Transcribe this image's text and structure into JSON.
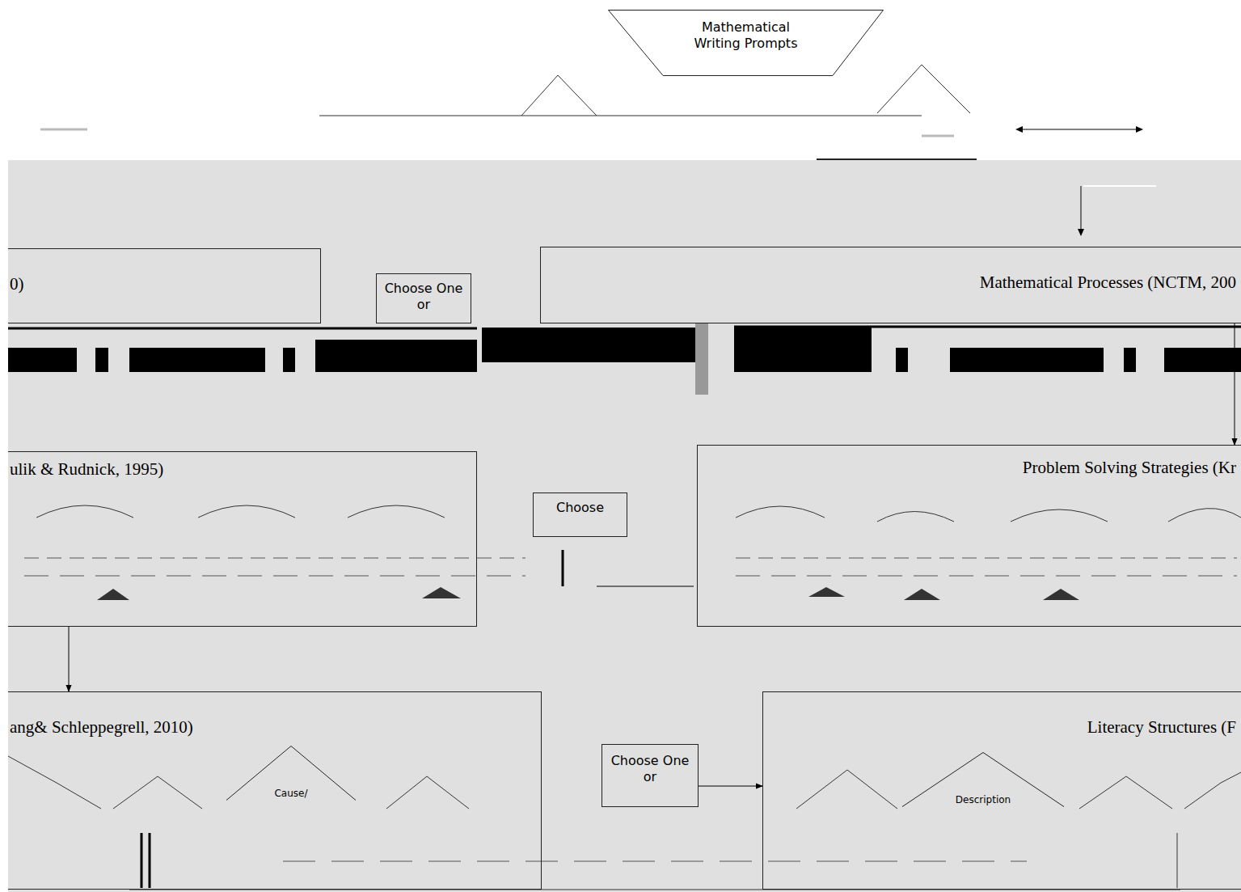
{
  "diagram": {
    "nodes": [
      {
        "text": [
          "Mathematical Writing Prompts"
        ]
      },
      {
        "text": [
          "0)"
        ]
      },
      {
        "text": [
          "Choose One or"
        ]
      },
      {
        "text": [
          "Mathematical Processes (NCTM, 200"
        ]
      },
      {
        "text": [
          "ulik & Rudnick, 1995)"
        ]
      },
      {
        "text": [
          "Choose"
        ]
      },
      {
        "text": [
          "Problem Solving Strategies (Kr"
        ]
      },
      {
        "text": [
          "ang& Schleppegrell, 2010)"
        ]
      },
      {
        "text": [
          "Choose One or"
        ]
      },
      {
        "text": [
          "Literacy Structures (F"
        ]
      },
      {
        "text": [
          "Cause/"
        ],
        "in": 7
      },
      {
        "text": [
          "Description"
        ],
        "in": 9
      }
    ],
    "edges": [
      {
        "from": 3,
        "to": 6,
        "arrow": "to"
      },
      {
        "from": 4,
        "to": 7,
        "arrow": "to"
      },
      {
        "from": 8,
        "to": 9,
        "arrow": "to"
      }
    ]
  }
}
